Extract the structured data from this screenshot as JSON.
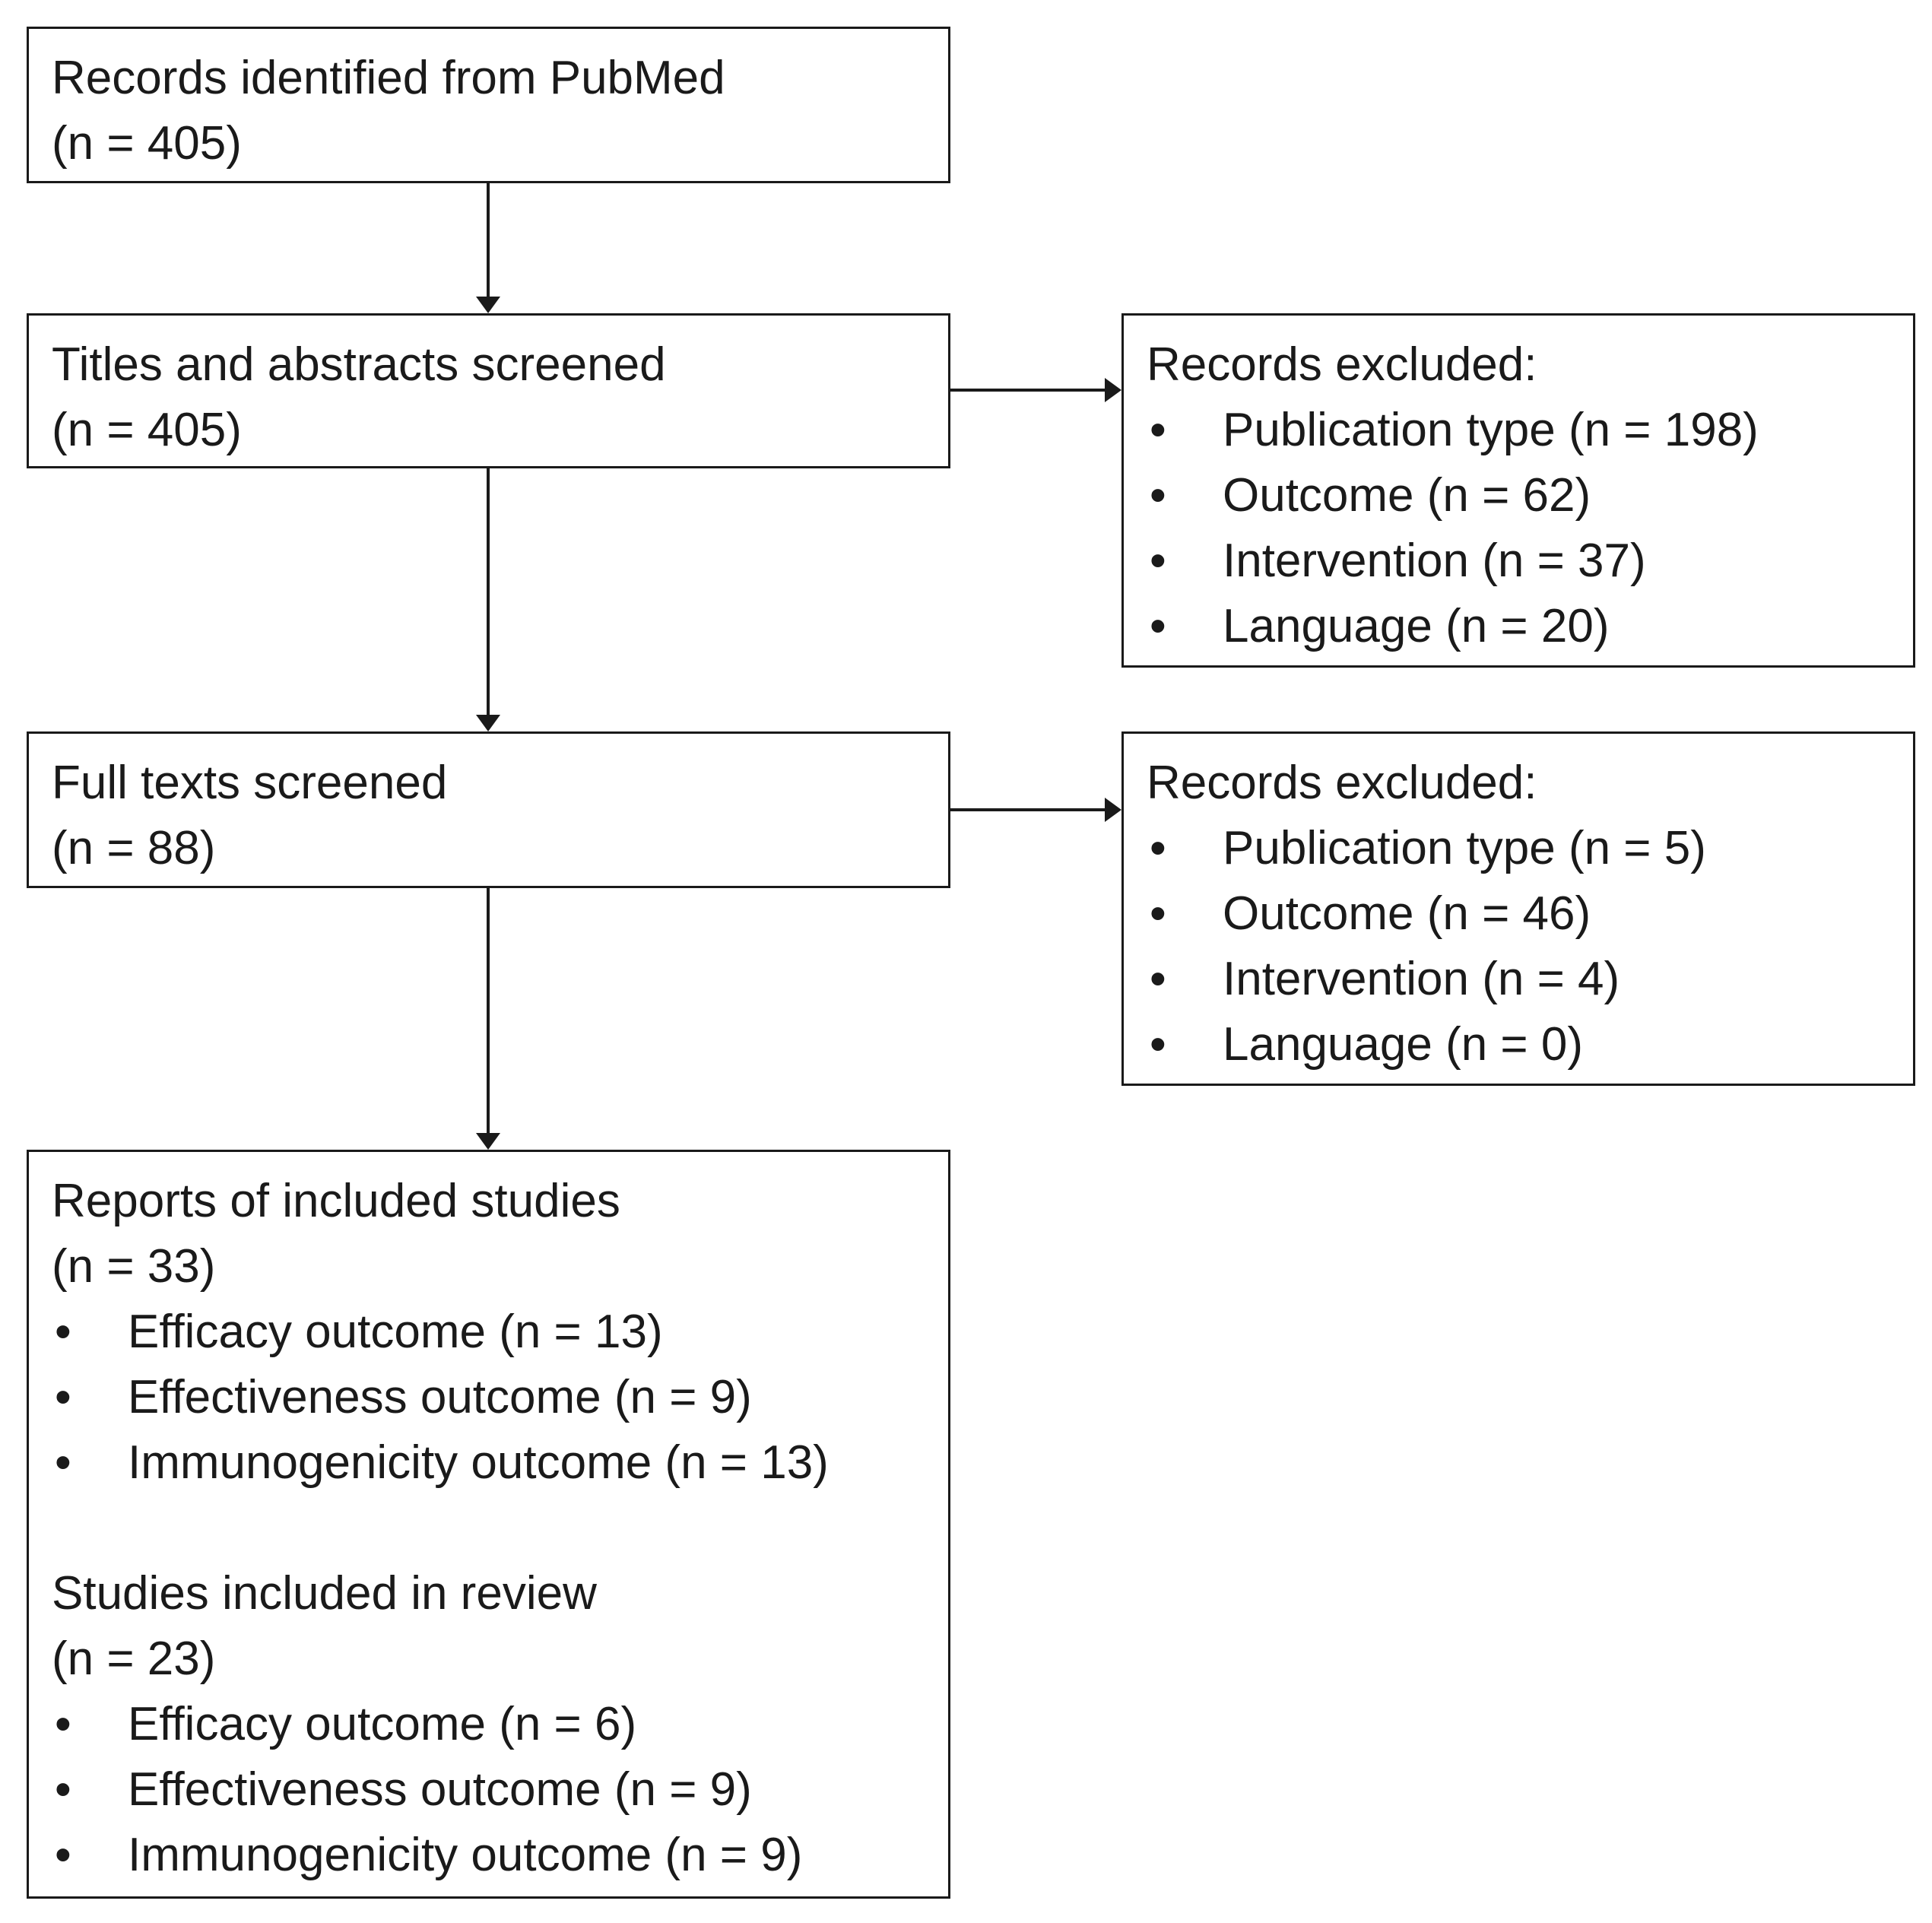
{
  "records_identified": {
    "label": "Records identified from PubMed",
    "count": "(n = 405)"
  },
  "titles_abstracts": {
    "label": "Titles and abstracts screened",
    "count": "(n = 405)"
  },
  "full_texts": {
    "label": "Full texts screened",
    "count": "(n = 88)"
  },
  "excluded_1": {
    "heading": "Records excluded:",
    "items": [
      "Publication type (n = 198)",
      "Outcome (n = 62)",
      "Intervention (n = 37)",
      "Language (n = 20)"
    ]
  },
  "excluded_2": {
    "heading": "Records excluded:",
    "items": [
      "Publication type (n = 5)",
      "Outcome (n = 46)",
      "Intervention (n = 4)",
      "Language (n = 0)"
    ]
  },
  "reports": {
    "label": "Reports of included studies",
    "count": "(n = 33)",
    "items": [
      "Efficacy outcome (n = 13)",
      "Effectiveness outcome (n = 9)",
      "Immunogenicity outcome (n = 13)"
    ]
  },
  "studies": {
    "label": "Studies included in review",
    "count": "(n = 23)",
    "items": [
      "Efficacy outcome (n = 6)",
      "Effectiveness outcome (n = 9)",
      "Immunogenicity outcome (n = 9)"
    ]
  },
  "colors": {
    "stroke": "#1a1a1a",
    "background": "#ffffff"
  }
}
